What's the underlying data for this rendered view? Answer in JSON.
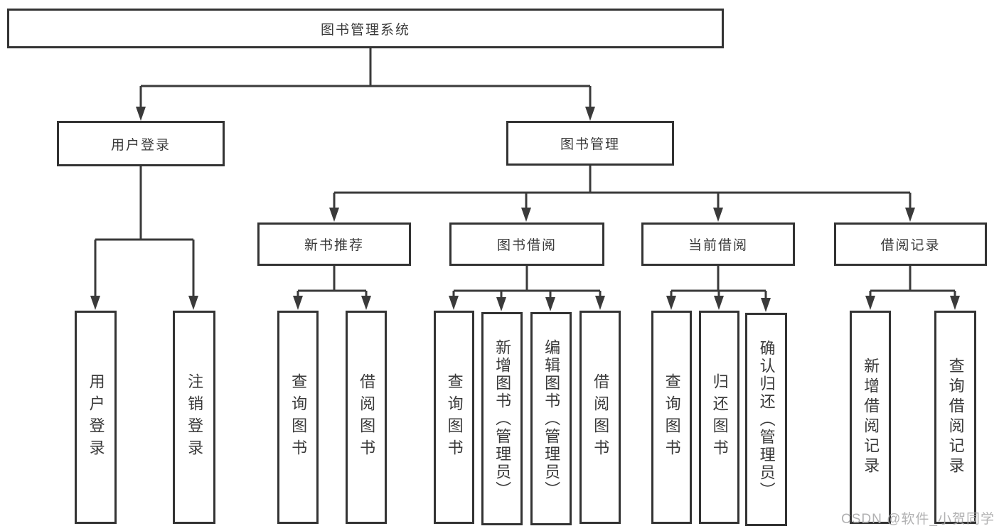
{
  "nodes": {
    "root": "图书管理系统",
    "user_login": "用户登录",
    "book_management": "图书管理",
    "new_book_recommend": "新书推荐",
    "book_borrow": "图书借阅",
    "current_borrow": "当前借阅",
    "borrow_records": "借阅记录",
    "ul_user_login": "用户登录",
    "ul_logout": "注销登录",
    "nbr_query_books": "查询图书",
    "nbr_borrow_books": "借阅图书",
    "bb_query_books": "查询图书",
    "bb_add_books_admin": "新增图书（管理员）",
    "bb_edit_books_admin": "编辑图书（管理员）",
    "bb_borrow_books": "借阅图书",
    "cb_query_books": "查询图书",
    "cb_return_books": "归还图书",
    "cb_confirm_return_admin": "确认归还（管理员）",
    "br_add_record": "新增借阅记录",
    "br_query_record": "查询借阅记录"
  },
  "watermark": "CSDN @软件_小贺同学",
  "colors": {
    "line": "#3a3a3a",
    "box_border": "#333333",
    "text": "#3a3a3a",
    "background": "#ffffff",
    "watermark": "#a8a8aa"
  }
}
